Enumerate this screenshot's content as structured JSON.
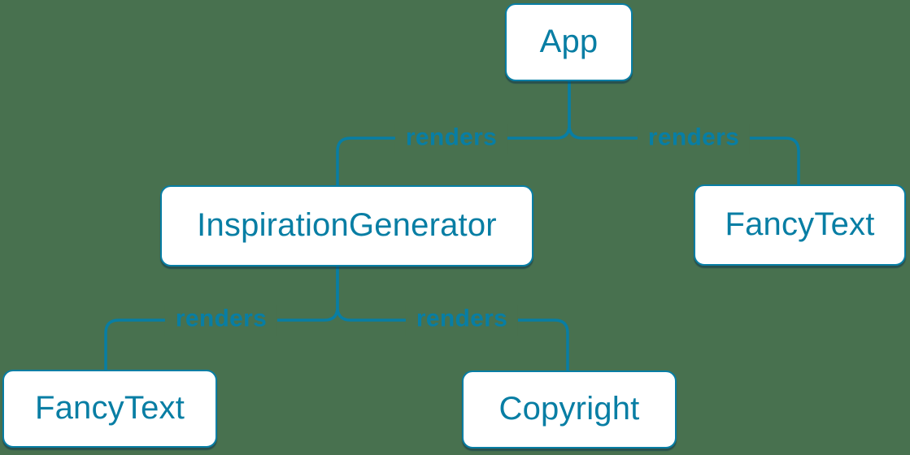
{
  "diagram": {
    "type": "tree",
    "nodes": [
      {
        "id": "app",
        "label": "App"
      },
      {
        "id": "inspiration-generator",
        "label": "InspirationGenerator"
      },
      {
        "id": "fancy-text-top",
        "label": "FancyText"
      },
      {
        "id": "fancy-text-bottom",
        "label": "FancyText"
      },
      {
        "id": "copyright",
        "label": "Copyright"
      }
    ],
    "edges": [
      {
        "from": "App",
        "to": "InspirationGenerator",
        "label": "renders"
      },
      {
        "from": "App",
        "to": "FancyText",
        "label": "renders"
      },
      {
        "from": "InspirationGenerator",
        "to": "FancyText",
        "label": "renders"
      },
      {
        "from": "InspirationGenerator",
        "to": "Copyright",
        "label": "renders"
      }
    ],
    "colors": {
      "accent": "#087ea4",
      "background": "#48714f",
      "node_fill": "#ffffff",
      "node_shadow": "rgba(9,49,76,0.5)"
    }
  }
}
